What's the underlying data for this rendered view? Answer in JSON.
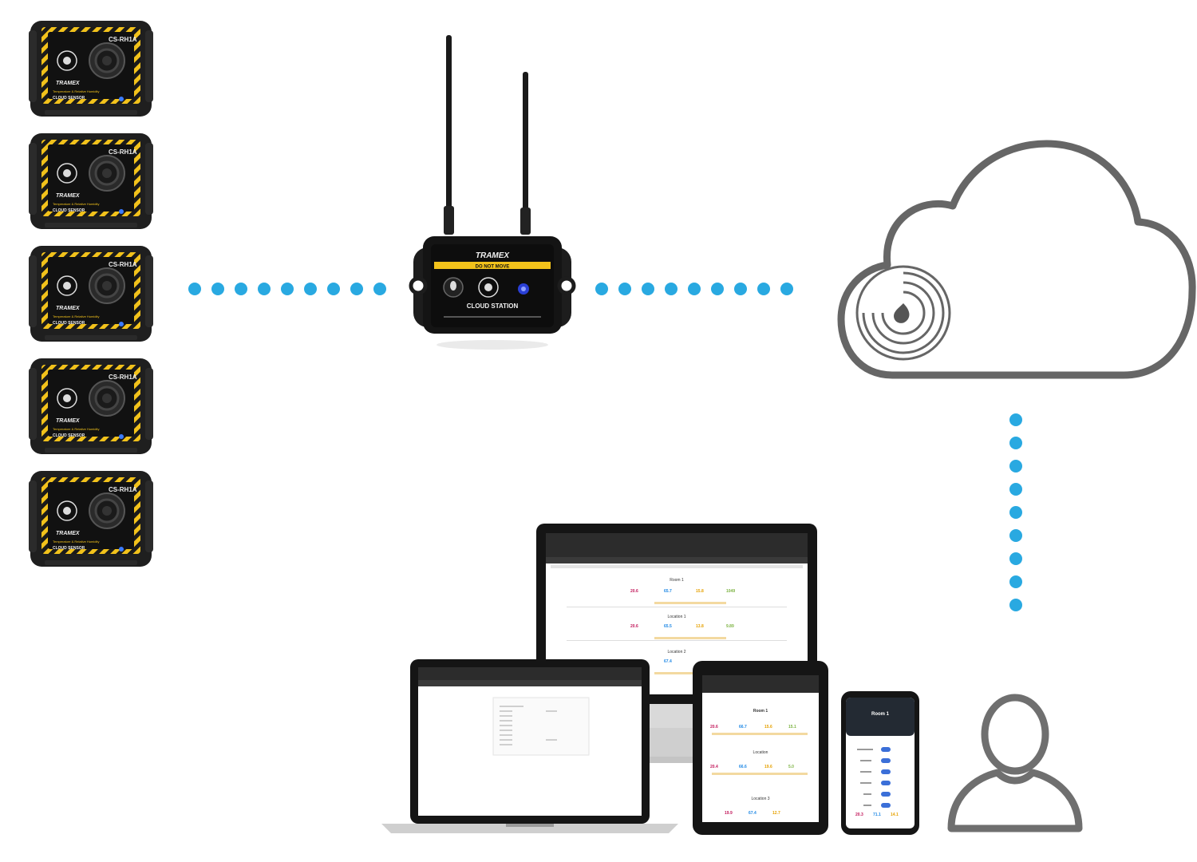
{
  "colors": {
    "connector_dot": "#29a9e1",
    "sensor_body": "#1c1c1c",
    "sensor_accent": "#f2c21b",
    "cloud_outline": "#666666",
    "user_outline": "#6f6f6f",
    "device_frame": "#111111"
  },
  "sensor": {
    "model": "CS-RH1A",
    "brand": "TRAMEX",
    "subtitle": "Temperature & Relative Humidity",
    "caption": "CLOUD SENSOR"
  },
  "station": {
    "brand": "TRAMEX",
    "warning": "DO NOT MOVE",
    "caption": "CLOUD STATION"
  },
  "icons": {
    "cloud": "cloud-icon",
    "logo": "tramex-drop-logo",
    "user": "user-icon"
  },
  "screens": {
    "monitor_title": "Room 1",
    "monitor_sections": [
      "Room 1",
      "Location 1",
      "Location 2"
    ],
    "tablet_title": "Room 1",
    "tablet_sections": [
      "Room 1",
      "Location",
      "Location 3"
    ],
    "phone_title": "Room 1"
  }
}
